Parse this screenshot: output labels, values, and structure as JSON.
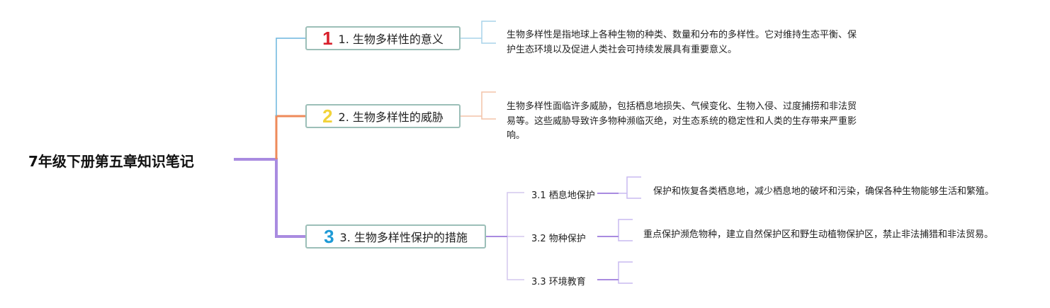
{
  "root": {
    "title": "7年级下册第五章知识笔记"
  },
  "colors": {
    "blue": "#6bb6dd",
    "orange": "#ee8a5a",
    "purple": "#a98be0",
    "red": "#d8202c",
    "yellow": "#f2d33a",
    "cyan": "#1e9ad6"
  },
  "topics": [
    {
      "num": "1",
      "label": "1. 生物多样性的意义",
      "note": "生物多样性是指地球上各种生物的种类、数量和分布的多样性。它对维持生态平衡、保护生态环境以及促进人类社会可持续发展具有重要意义。"
    },
    {
      "num": "2",
      "label": "2. 生物多样性的威胁",
      "note": "生物多样性面临许多威胁，包括栖息地损失、气候变化、生物入侵、过度捕捞和非法贸易等。这些威胁导致许多物种濒临灭绝，对生态系统的稳定性和人类的生存带来严重影响。"
    },
    {
      "num": "3",
      "label": "3. 生物多样性保护的措施",
      "subtopics": [
        {
          "label": "3.1 栖息地保护",
          "note": "保护和恢复各类栖息地，减少栖息地的破坏和污染，确保各种生物能够生活和繁殖。"
        },
        {
          "label": "3.2 物种保护",
          "note": "重点保护濒危物种，建立自然保护区和野生动植物保护区，禁止非法捕猎和非法贸易。"
        },
        {
          "label": "3.3 环境教育",
          "note": ""
        }
      ]
    }
  ]
}
